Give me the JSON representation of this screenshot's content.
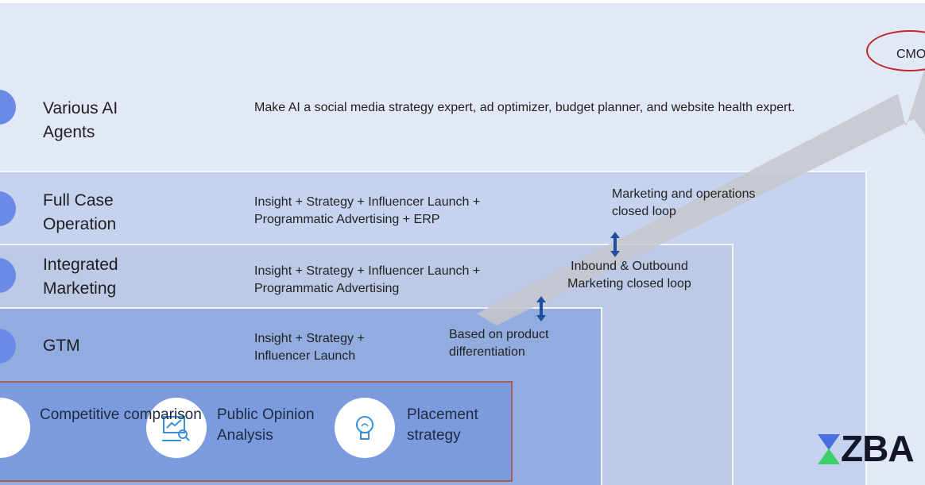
{
  "layers": [
    {
      "title": "Various AI Agents",
      "desc": "Make AI a social media strategy expert, ad optimizer, budget planner, and website health expert."
    },
    {
      "title": "Full Case Operation",
      "desc": "Insight + Strategy + Influencer Launch + Programmatic Advertising + ERP",
      "loop": "Marketing and operations closed loop"
    },
    {
      "title": "Integrated Marketing",
      "desc": "Insight + Strategy + Influencer Launch + Programmatic Advertising",
      "loop": "Inbound & Outbound Marketing closed loop"
    },
    {
      "title": "GTM",
      "desc": "Insight + Strategy + Influencer Launch",
      "loop": "Based on product differentiation"
    }
  ],
  "foundation": [
    {
      "label": "Competitive comparison",
      "icon": "shield-compare-icon"
    },
    {
      "label": "Public Opinion Analysis",
      "icon": "chart-magnifier-icon"
    },
    {
      "label": "Placement strategy",
      "icon": "lightbulb-icon"
    }
  ],
  "goal": "CMO",
  "logo": "ZBA",
  "colors": {
    "circle": "#6b8ae8",
    "arrow": "#c8c8cc",
    "goal_border": "#c0282a",
    "double_arrow": "#1f4f9c"
  }
}
